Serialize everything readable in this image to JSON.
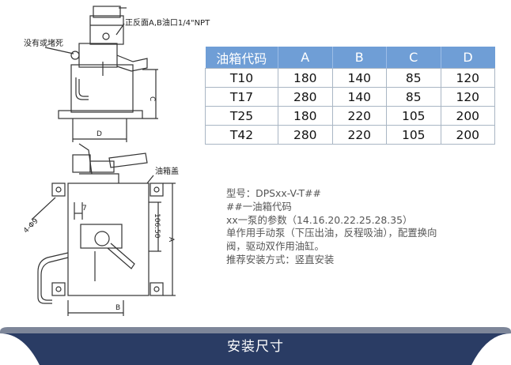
{
  "drawing": {
    "top_view": {
      "labels": {
        "port_note": "正反面A,B油口1/4\"NPT",
        "plug_note": "没有或堵死",
        "dim_c": "C",
        "dim_d": "D"
      }
    },
    "front_view": {
      "labels": {
        "tank_cap": "油箱盖",
        "hole": "4-Φ9",
        "dim_7": "7",
        "dim_106": "106.50",
        "dim_a": "A",
        "dim_b": "B"
      }
    }
  },
  "table": {
    "headers": [
      "油箱代码",
      "A",
      "B",
      "C",
      "D"
    ],
    "rows": [
      [
        "T10",
        "180",
        "140",
        "85",
        "120"
      ],
      [
        "T17",
        "280",
        "140",
        "85",
        "120"
      ],
      [
        "T25",
        "180",
        "220",
        "105",
        "200"
      ],
      [
        "T42",
        "280",
        "220",
        "105",
        "200"
      ]
    ],
    "header_color": "#6f9ed6"
  },
  "notes": [
    "型号：DPSxx-V-T##",
    "##一油箱代码",
    "xx一泵的参数（14.16.20.22.25.28.35）",
    "单作用手动泵（下压出油，反程吸油），配置换向",
    "阀，驱动双作用油缸。",
    "推荐安装方式：竖直安装"
  ],
  "footer": {
    "title": "安装尺寸",
    "color": "#2a3c64"
  }
}
